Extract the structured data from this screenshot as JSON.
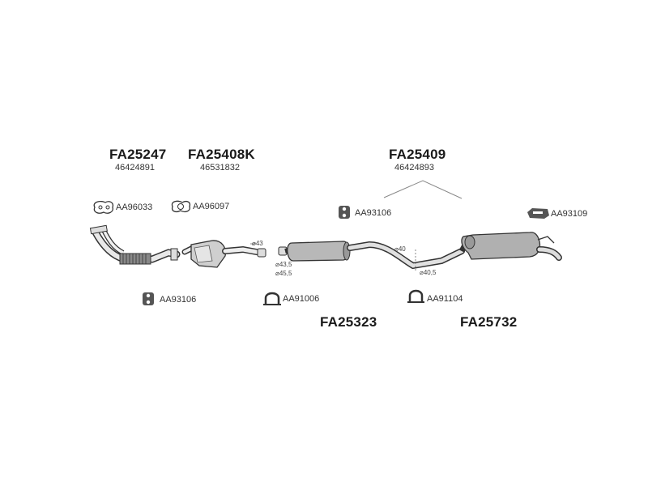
{
  "parts": {
    "downpipe": {
      "code": "FA25247",
      "oe": "46424891"
    },
    "catalyst": {
      "code": "FA25408K",
      "oe": "46531832"
    },
    "centre_group": {
      "code": "FA25409",
      "oe": "46424893"
    },
    "middle_silencer": {
      "code": "FA25323"
    },
    "rear_silencer": {
      "code": "FA25732"
    }
  },
  "accessories": {
    "gasket_1": "AA96033",
    "gasket_2": "AA96097",
    "hanger_centre": "AA93106",
    "hanger_rear": "AA93109",
    "hanger_front": "AA93106",
    "clamp_1": "AA91006",
    "clamp_2": "AA91104"
  },
  "dimensions": {
    "d1": "⌀43",
    "d2": "⌀43,5",
    "d3": "⌀45,5",
    "d4": "⌀40",
    "d5": "⌀40,5"
  }
}
